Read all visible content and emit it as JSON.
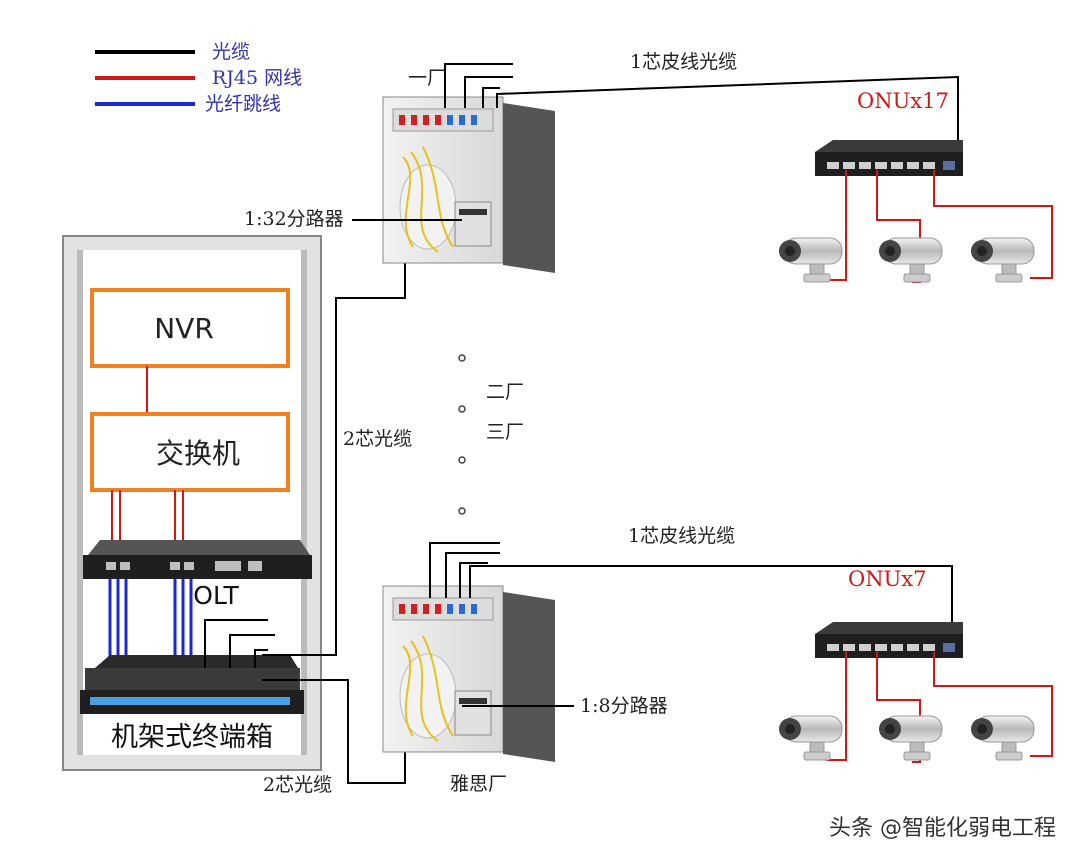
{
  "legend": [
    {
      "label": "光缆",
      "color": "#000000"
    },
    {
      "label": "RJ45 网线",
      "color": "#d01818"
    },
    {
      "label": "光纤跳线",
      "color": "#1a2ad0"
    }
  ],
  "rack": {
    "nvr": "NVR",
    "switch": "交换机",
    "olt": "OLT",
    "odf": "机架式终端箱"
  },
  "top_site": {
    "factory": "一厂",
    "splitter": "1:32分路器",
    "cable": "1芯皮线光缆",
    "onu": "ONUx17"
  },
  "middle": {
    "factory2": "二厂",
    "factory3": "三厂"
  },
  "bottom_site": {
    "factory": "雅思厂",
    "splitter": "1:8分路器",
    "cable": "1芯皮线光缆",
    "onu": "ONUx7"
  },
  "trunk_top": "2芯光缆",
  "trunk_bottom": "2芯光缆",
  "watermark": "头条 @智能化弱电工程"
}
